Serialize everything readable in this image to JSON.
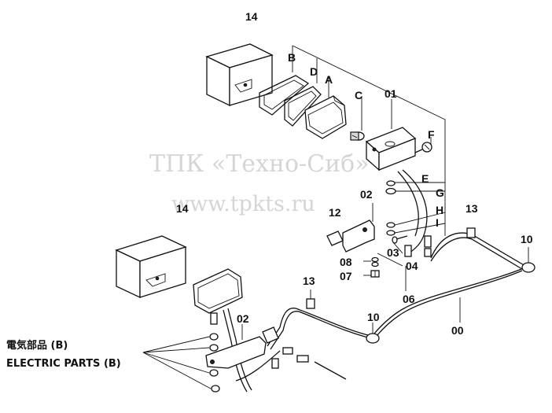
{
  "watermark": {
    "line1": "ТПК «Техно-Сиб»",
    "line2": "www.tpkts.ru"
  },
  "caption": {
    "line1": "電気部品 (B)",
    "line2": "ELECTRIC PARTS (B)"
  },
  "labels": {
    "p14_top": "14",
    "pB": "B",
    "pD": "D",
    "pA": "A",
    "pC": "C",
    "p01": "01",
    "pF": "F",
    "pE": "E",
    "pG": "G",
    "pH": "H",
    "pI": "I",
    "p02_mid": "02",
    "p12": "12",
    "p13_right": "13",
    "p10_right": "10",
    "p03": "03",
    "p08": "08",
    "p04": "04",
    "p07": "07",
    "p06": "06",
    "p14_left": "14",
    "p13_mid": "13",
    "p02_left": "02",
    "p10_mid": "10",
    "p00": "00"
  }
}
